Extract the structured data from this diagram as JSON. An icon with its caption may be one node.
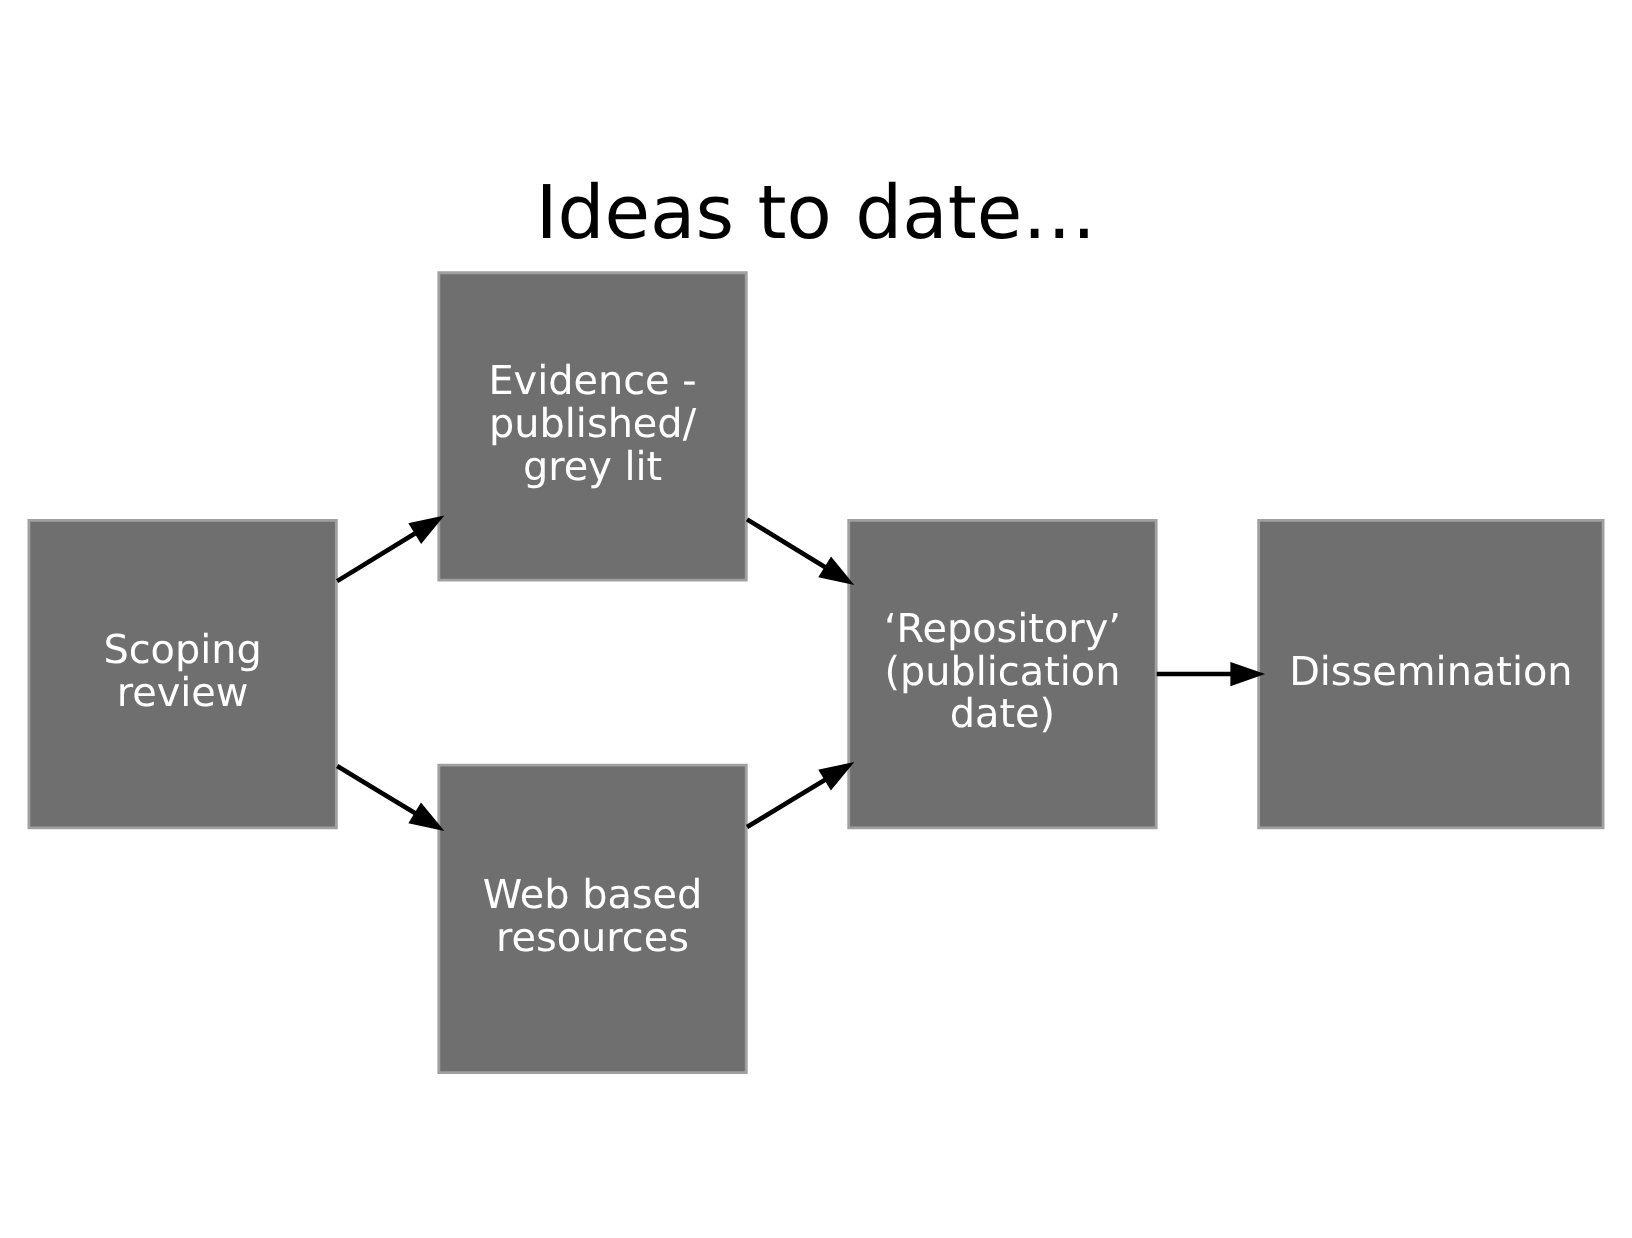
{
  "diagram": {
    "title": "Ideas to date…",
    "nodes": [
      {
        "text": [
          "Scoping review"
        ]
      },
      {
        "text": [
          "Evidence - published/ grey lit"
        ]
      },
      {
        "text": [
          "Web based resources"
        ]
      },
      {
        "text": [
          "‘Repository’ (publication date)"
        ]
      },
      {
        "text": [
          "Dissemination"
        ]
      }
    ],
    "edges": [
      {
        "from": 0,
        "to": 1,
        "arrow": "to"
      },
      {
        "from": 0,
        "to": 2,
        "arrow": "to"
      },
      {
        "from": 1,
        "to": 3,
        "arrow": "to"
      },
      {
        "from": 2,
        "to": 3,
        "arrow": "to"
      },
      {
        "from": 3,
        "to": 4,
        "arrow": "to"
      }
    ]
  }
}
